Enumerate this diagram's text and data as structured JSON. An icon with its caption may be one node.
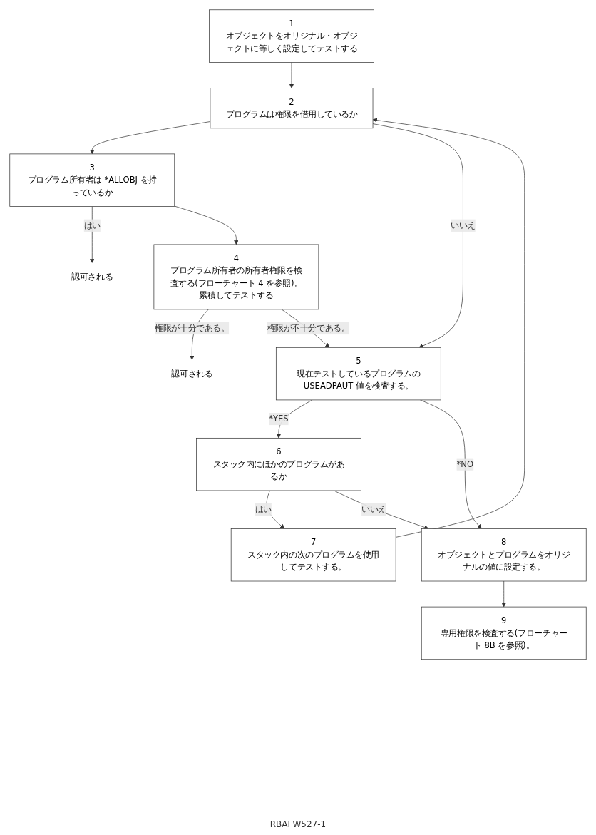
{
  "diagram": {
    "nodes": [
      {
        "text": [
          "1",
          "オブジェクトをオリジナル・オブジェクトに等しく設定してテストする"
        ]
      },
      {
        "text": [
          "2",
          "プログラムは権限を借用しているか"
        ]
      },
      {
        "text": [
          "3",
          "プログラム所有者は *ALLOBJ を持っているか"
        ]
      },
      {
        "text": [
          "認可される"
        ]
      },
      {
        "text": [
          "4",
          "プログラム所有者の所有者権限を検査する(フローチャート 4 を参照)。累積してテストする"
        ]
      },
      {
        "text": [
          "認可される"
        ]
      },
      {
        "text": [
          "5",
          "現在テストしているプログラムのUSEADPAUT 値を検査する。"
        ]
      },
      {
        "text": [
          "6",
          "スタック内にほかのプログラムがあるか"
        ]
      },
      {
        "text": [
          "7",
          "スタック内の次のプログラムを使用してテストする。"
        ]
      },
      {
        "text": [
          "8",
          "オブジェクトとプログラムをオリジナルの値に設定する。"
        ]
      },
      {
        "text": [
          "9",
          "専用権限を検査する(フローチャート 8B を参照)。"
        ]
      }
    ],
    "edges": [
      {
        "from": 0,
        "to": 1,
        "arrow": "to"
      },
      {
        "from": 1,
        "to": 2,
        "arrow": "to"
      },
      {
        "from": 1,
        "to": 6,
        "arrow": "to",
        "label": "いいえ"
      },
      {
        "from": 2,
        "to": 3,
        "arrow": "to",
        "label": "はい"
      },
      {
        "from": 2,
        "to": 4,
        "arrow": "to"
      },
      {
        "from": 4,
        "to": 5,
        "arrow": "to",
        "label": "権限が十分である。"
      },
      {
        "from": 4,
        "to": 6,
        "arrow": "to",
        "label": "権限が不十分である。"
      },
      {
        "from": 6,
        "to": 7,
        "arrow": "to",
        "label": "*YES"
      },
      {
        "from": 6,
        "to": 9,
        "arrow": "to",
        "label": "*NO"
      },
      {
        "from": 7,
        "to": 8,
        "arrow": "to",
        "label": "はい"
      },
      {
        "from": 7,
        "to": 9,
        "arrow": "to",
        "label": "いいえ"
      },
      {
        "from": 9,
        "to": 10,
        "arrow": "to"
      },
      {
        "from": 8,
        "to": 1,
        "arrow": "to"
      }
    ],
    "labels": [
      "RBAFW527-1"
    ]
  }
}
